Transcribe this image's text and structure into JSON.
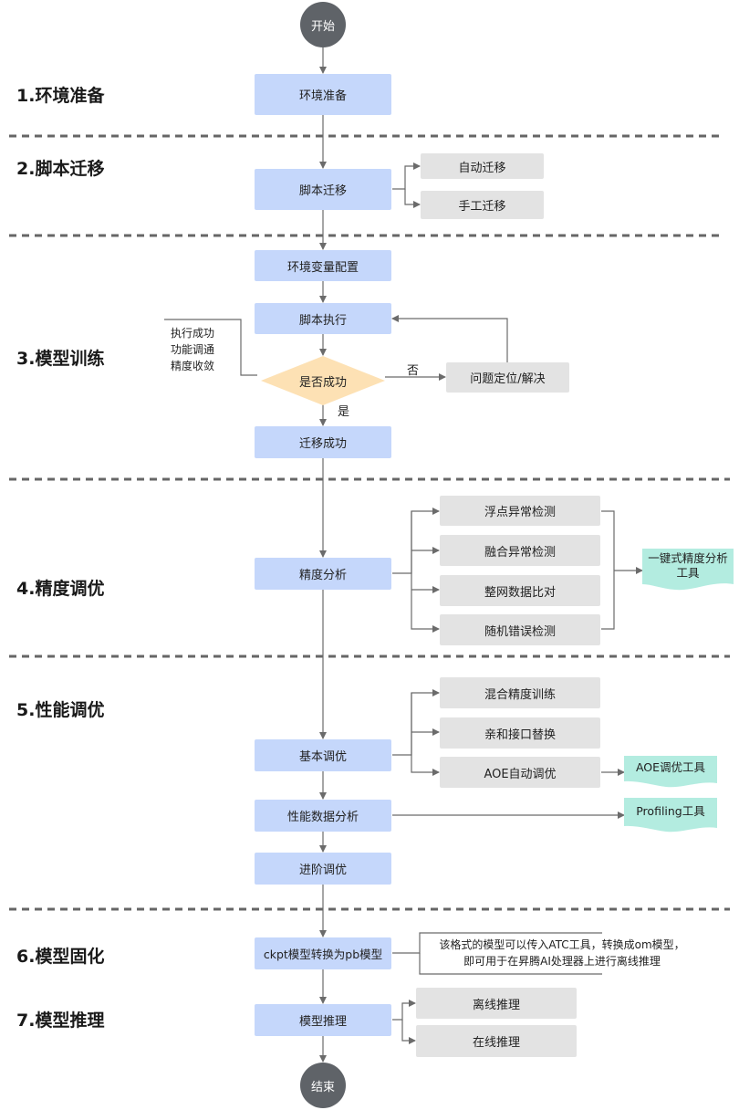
{
  "start": "开始",
  "end": "结束",
  "stages": {
    "s1": "1.环境准备",
    "s2": "2.脚本迁移",
    "s3": "3.模型训练",
    "s4": "4.精度调优",
    "s5": "5.性能调优",
    "s6": "6.模型固化",
    "s7": "7.模型推理"
  },
  "boxes": {
    "env_prep": "环境准备",
    "script_migrate": "脚本迁移",
    "auto_migrate": "自动迁移",
    "manual_migrate": "手工迁移",
    "env_var_config": "环境变量配置",
    "script_exec": "脚本执行",
    "decision": "是否成功",
    "problem_locate": "问题定位/解决",
    "migrate_success": "迁移成功",
    "precision_analysis": "精度分析",
    "float_check": "浮点异常检测",
    "fusion_check": "融合异常检测",
    "network_compare": "整网数据比对",
    "random_error": "随机错误检测",
    "basic_tune": "基本调优",
    "mixed_precision": "混合精度训练",
    "affinity_replace": "亲和接口替换",
    "aoe_auto_tune": "AOE自动调优",
    "perf_data_analysis": "性能数据分析",
    "advanced_tune": "进阶调优",
    "ckpt_to_pb": "ckpt模型转换为pb模型",
    "model_inference": "模型推理",
    "offline_inference": "离线推理",
    "online_inference": "在线推理"
  },
  "labels": {
    "no": "否",
    "yes": "是"
  },
  "notes": {
    "train_criteria": [
      "执行成功",
      "功能调通",
      "精度收敛"
    ],
    "pb_note": [
      "该格式的模型可以传入ATC工具，转换成om模型，",
      "即可用于在昇腾AI处理器上进行离线推理"
    ]
  },
  "tools": {
    "precision_tool": [
      "一键式精度分析",
      "工具"
    ],
    "aoe_tool": "AOE调优工具",
    "profiling_tool": "Profiling工具"
  },
  "colors": {
    "process": "#c5d7fb",
    "sub_step": "#e3e3e3",
    "decision": "#fde1b4",
    "tool": "#b3ece0",
    "terminal": "#5f6368",
    "line": "#6b6b6b"
  }
}
